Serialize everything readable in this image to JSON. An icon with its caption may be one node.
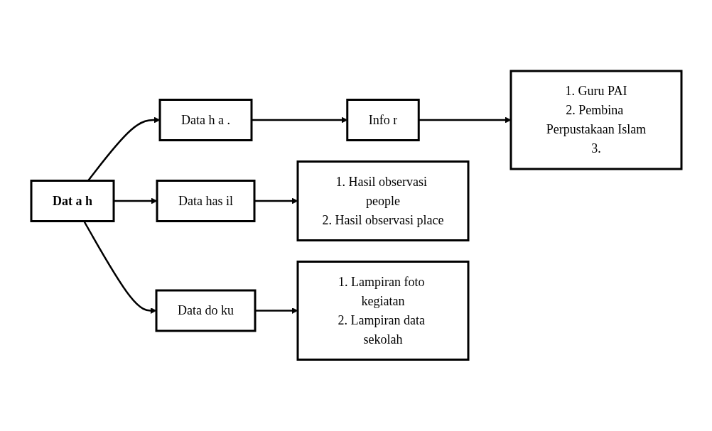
{
  "diagram": {
    "nodes": [
      {
        "text": [
          "Dat a h"
        ]
      },
      {
        "text": [
          "Data h a ."
        ]
      },
      {
        "text": [
          "Info r"
        ]
      },
      {
        "text": [
          "1. Guru PAI",
          "2. Pembina Perpustakaan Islam",
          "3."
        ]
      },
      {
        "text": [
          "Data has il"
        ]
      },
      {
        "text": [
          "1. Hasil observasi people",
          "2. Hasil observasi place"
        ]
      },
      {
        "text": [
          "Data do ku"
        ]
      },
      {
        "text": [
          "1. Lampiran foto kegiatan",
          "2. Lampiran data sekolah"
        ]
      }
    ],
    "edges": [
      {
        "from": 0,
        "to": 1,
        "arrow": "to"
      },
      {
        "from": 0,
        "to": 4,
        "arrow": "to"
      },
      {
        "from": 0,
        "to": 6,
        "arrow": "to"
      },
      {
        "from": 1,
        "to": 2,
        "arrow": "to"
      },
      {
        "from": 2,
        "to": 3,
        "arrow": "to"
      },
      {
        "from": 4,
        "to": 5,
        "arrow": "to"
      },
      {
        "from": 6,
        "to": 7,
        "arrow": "to"
      }
    ]
  }
}
